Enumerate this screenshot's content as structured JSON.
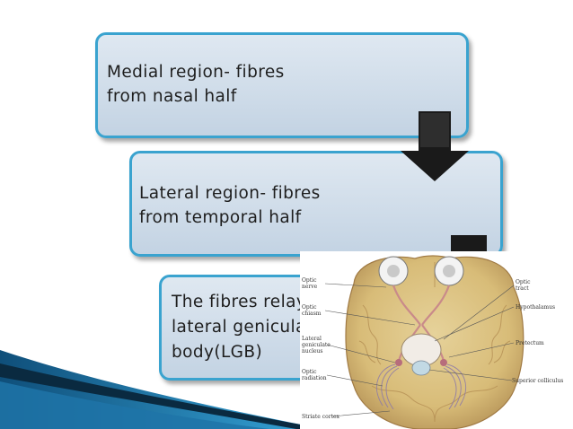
{
  "boxes": [
    {
      "line1": "Medial region- fibres",
      "line2": "from nasal half"
    },
    {
      "line1": "Lateral region- fibres",
      "line2": "from temporal half"
    },
    {
      "line1": "The fibres relay in",
      "line2": "lateral geniculate",
      "line3": "body(LGB)"
    }
  ],
  "figure_labels": {
    "optic_nerve": [
      "Optic",
      "nerve"
    ],
    "optic_chiasm": [
      "Optic",
      "chiasm"
    ],
    "lgn": [
      "Lateral",
      "geniculate",
      "nucleus"
    ],
    "optic_radiation": [
      "Optic",
      "radiation"
    ],
    "striate_cortex": "Striate cortex",
    "optic_tract": [
      "Optic",
      "tract"
    ],
    "hypothalamus": "Hypothalamus",
    "pretectum": "Pretectum",
    "superior_colliculus": "Superior colliculus"
  },
  "colors": {
    "box_border": "#3aa3cf",
    "box_fill_top": "#dfe8f1",
    "box_fill_bottom": "#c3d3e3",
    "arrow": "#1a1a1a",
    "swoosh_blue": "#1f74a8"
  }
}
